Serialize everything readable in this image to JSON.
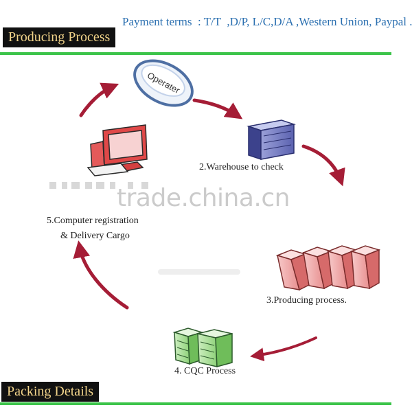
{
  "header": {
    "payment_terms": "Payment terms  : T/T  ,D/P, L/C,D/A ,Western Union, Paypal ."
  },
  "sections": {
    "producing_process": "Producing Process",
    "packing_details": "Packing Details"
  },
  "diagram": {
    "operator_label": "Operater",
    "steps": [
      {
        "label": "2.Warehouse to check"
      },
      {
        "label": "3.Producing process."
      },
      {
        "label": "4. CQC Process"
      },
      {
        "label_line1": "5.Computer registration",
        "label_line2": "& Delivery Cargo"
      }
    ],
    "arrow_color": "#a51d36"
  },
  "watermark": "trade.china.cn"
}
